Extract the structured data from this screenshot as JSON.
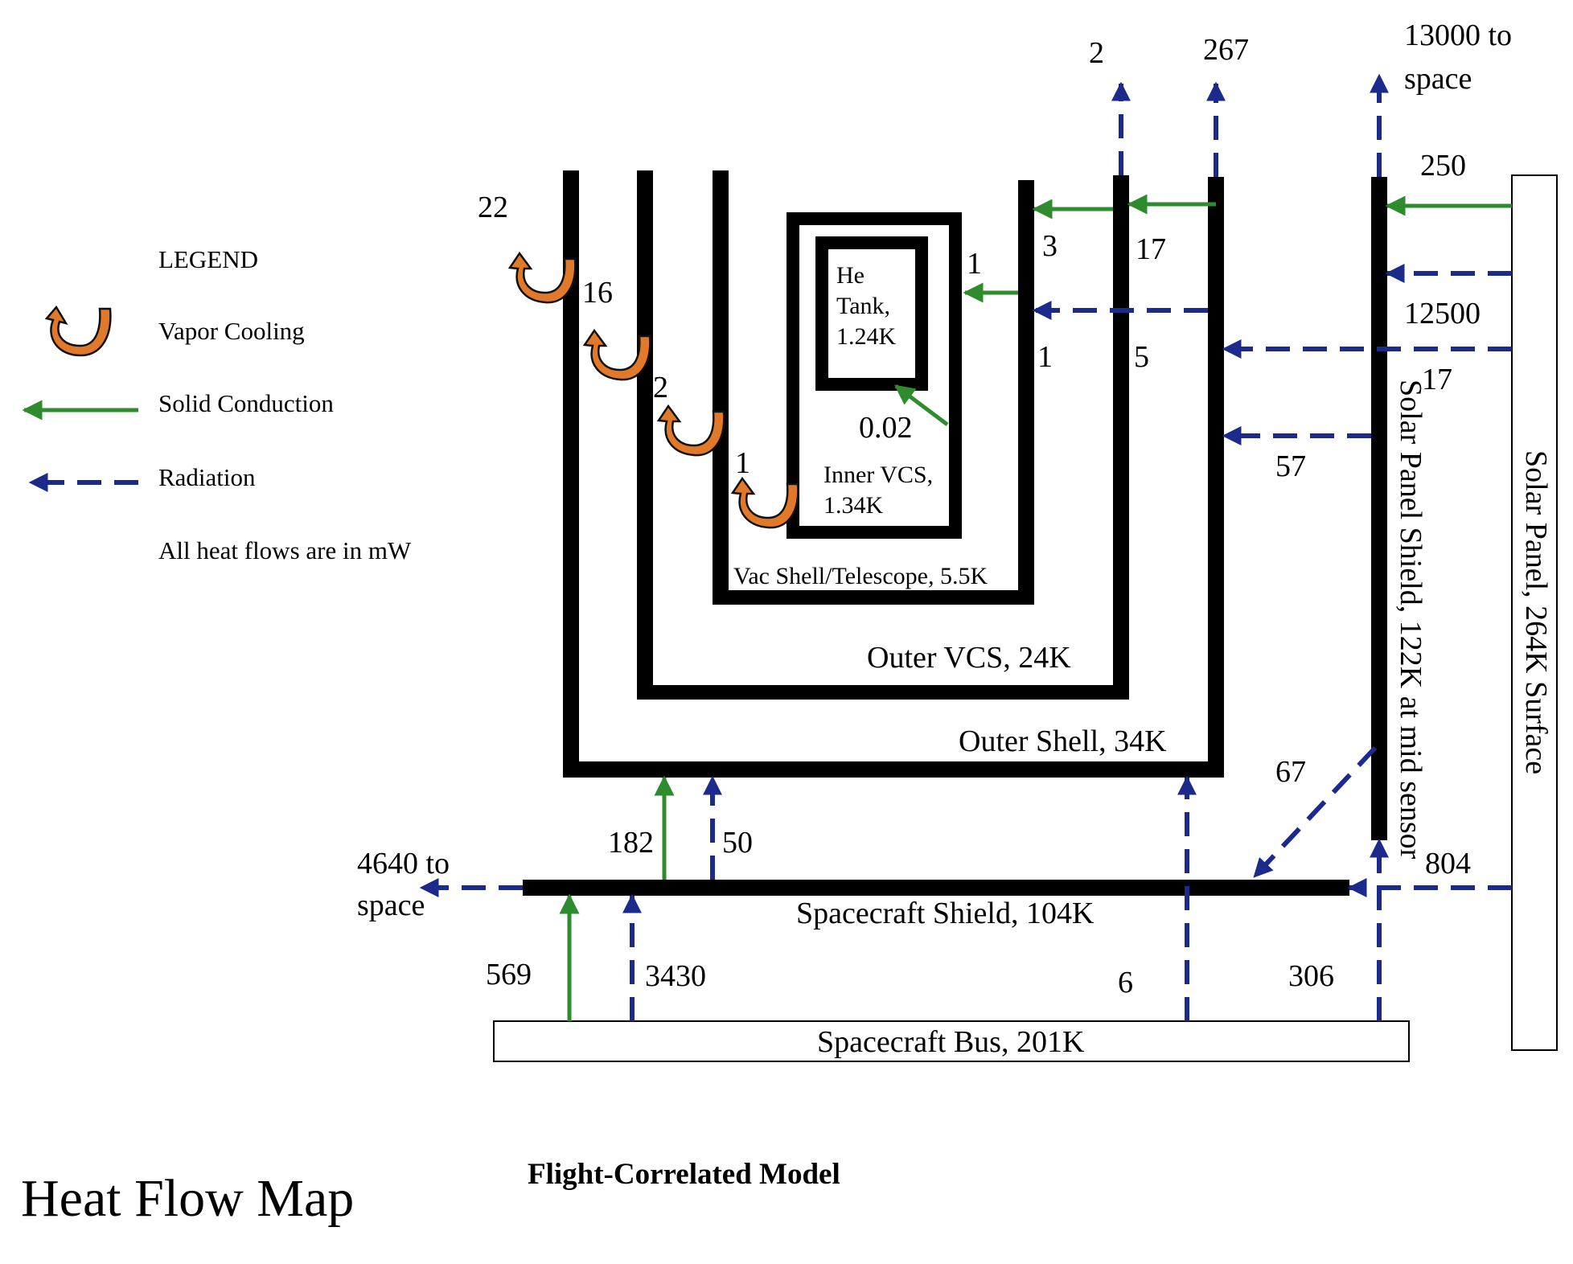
{
  "title": "Heat Flow Map",
  "subtitle": "Flight-Correlated Model",
  "legend": {
    "heading": "LEGEND",
    "vapor_cooling": "Vapor Cooling",
    "solid_conduction": "Solid Conduction",
    "radiation": "Radiation",
    "note": "All heat flows are in mW"
  },
  "colors": {
    "conduction": "#2e8b2e",
    "radiation": "#1c2a8c",
    "vapor_cooling": "#e07a2a"
  },
  "components": {
    "he_tank_line1": "He",
    "he_tank_line2": "Tank,",
    "he_tank_line3": "1.24K",
    "inner_vcs_line1": "Inner VCS,",
    "inner_vcs_line2": "1.34K",
    "vac_shell": "Vac Shell/Telescope, 5.5K",
    "outer_vcs": "Outer VCS, 24K",
    "outer_shell": "Outer Shell, 34K",
    "spacecraft_shield": "Spacecraft Shield, 104K",
    "spacecraft_bus": "Spacecraft Bus, 201K",
    "solar_panel_shield": "Solar Panel Shield, 122K at mid sensor",
    "solar_panel": "Solar Panel, 264K Surface"
  },
  "flows": {
    "vapor_22": "22",
    "vapor_16": "16",
    "vapor_2": "2",
    "vapor_1": "1",
    "cond_inner_vcs_to_tank": "0.02",
    "cond_vac_shell_to_inner_vcs": "1",
    "cond_outer_vcs_to_vac_shell": "3",
    "cond_outer_shell_to_outer_vcs": "17",
    "rad_outer_vcs_to_vac_shell": "1",
    "rad_outer_shell_to_outer_vcs": "5",
    "rad_outer_vcs_to_space": "2",
    "rad_outer_shell_to_space": "267",
    "rad_sp_shield_to_space_line1": "13000 to",
    "rad_sp_shield_to_space_line2": "space",
    "cond_panel_to_sp_shield": "250",
    "rad_panel_to_sp_shield": "12500",
    "rad_panel_to_outer_shell": "17",
    "rad_sp_shield_to_outer_shell": "57",
    "rad_sp_shield_to_sc_shield": "67",
    "rad_panel_to_sc_shield": "804",
    "cond_sc_shield_to_outer_shell": "182",
    "rad_sc_shield_to_outer_shell": "50",
    "rad_sc_shield_to_space_line1": "4640 to",
    "rad_sc_shield_to_space_line2": "space",
    "cond_bus_to_sc_shield": "569",
    "rad_bus_to_sc_shield": "3430",
    "rad_bus_to_outer_shell": "6",
    "rad_bus_to_sp_shield": "306"
  }
}
